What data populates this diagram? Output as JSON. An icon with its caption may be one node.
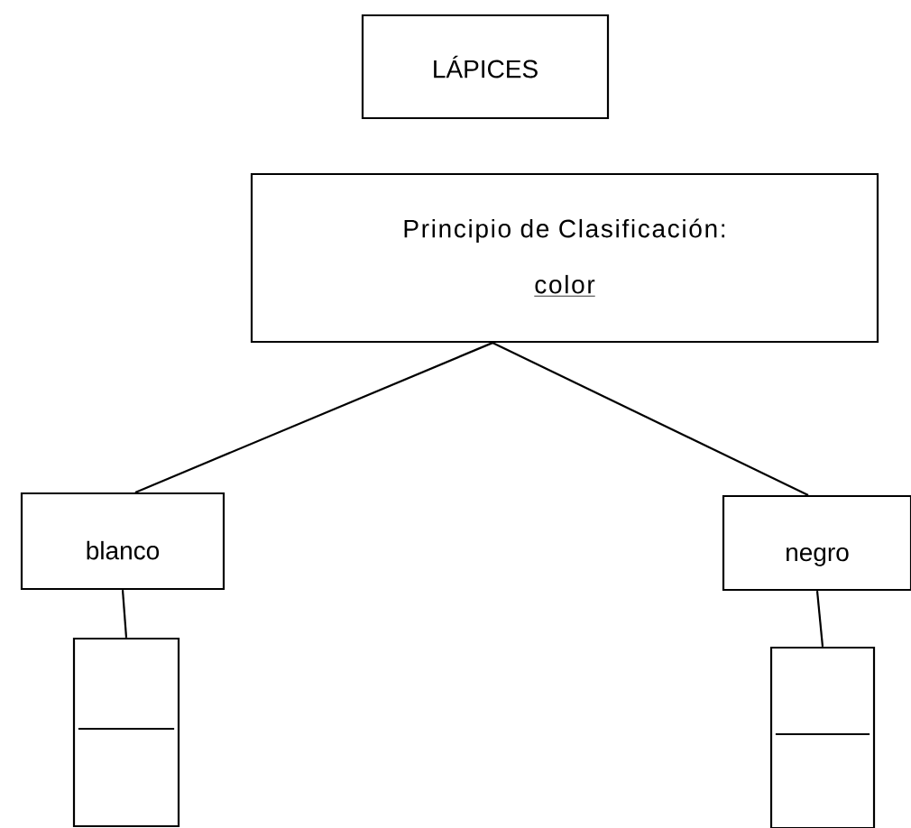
{
  "diagram": {
    "nodes": [
      {
        "text": [
          "LÁPICES"
        ]
      },
      {
        "text": [
          "Principio de Clasificación:",
          "color"
        ]
      },
      {
        "text": [
          "blanco"
        ]
      },
      {
        "text": [
          "negro"
        ]
      },
      {
        "text": [],
        "shape": "box"
      },
      {
        "text": [],
        "shape": "box"
      }
    ],
    "edges": [
      {
        "from": 1,
        "to": 2,
        "arrow": "none"
      },
      {
        "from": 1,
        "to": 3,
        "arrow": "none"
      },
      {
        "from": 2,
        "to": 4,
        "arrow": "none"
      },
      {
        "from": 3,
        "to": 5,
        "arrow": "none"
      }
    ]
  }
}
